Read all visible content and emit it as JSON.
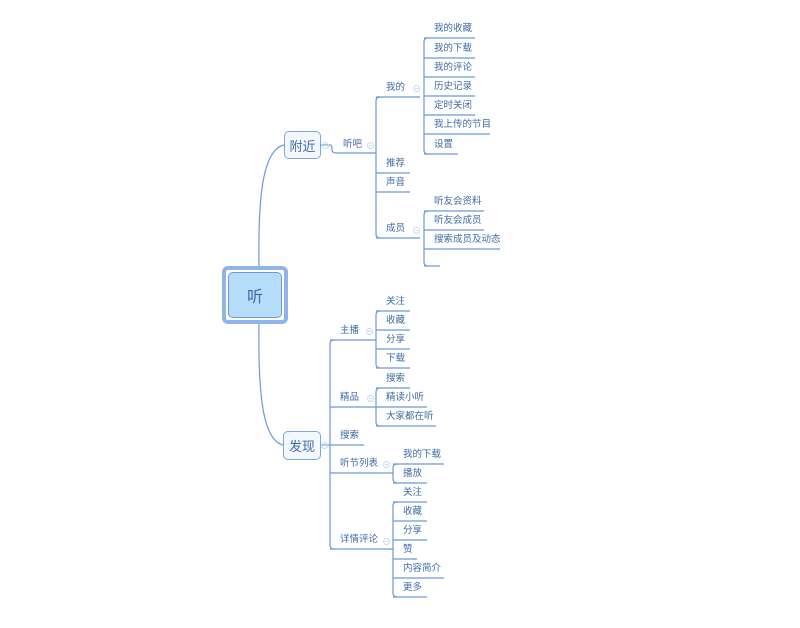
{
  "root": {
    "label": "听"
  },
  "branches": [
    {
      "label": "附近",
      "children": [
        {
          "label": "听吧",
          "children": [
            {
              "label": "我的",
              "children": [
                {
                  "label": "我的收藏"
                },
                {
                  "label": "我的下载"
                },
                {
                  "label": "我的评论"
                },
                {
                  "label": "历史记录"
                },
                {
                  "label": "定时关闭"
                },
                {
                  "label": "我上传的节目"
                },
                {
                  "label": "设置"
                }
              ]
            },
            {
              "label": "推荐"
            },
            {
              "label": "声音"
            },
            {
              "label": "成员",
              "children": [
                {
                  "label": "听友会资料"
                },
                {
                  "label": "听友会成员"
                },
                {
                  "label": "搜索成员及动态"
                },
                {
                  "label": ""
                }
              ]
            }
          ]
        }
      ]
    },
    {
      "label": "发现",
      "children": [
        {
          "label": "主播",
          "children": [
            {
              "label": "关注"
            },
            {
              "label": "收藏"
            },
            {
              "label": "分享"
            },
            {
              "label": "下载"
            }
          ]
        },
        {
          "label": "精品",
          "children": [
            {
              "label": "搜索"
            },
            {
              "label": "精读小听"
            },
            {
              "label": "大家都在听"
            }
          ]
        },
        {
          "label": "搜索"
        },
        {
          "label": "听节列表",
          "children": [
            {
              "label": "我的下载"
            },
            {
              "label": "播放"
            }
          ]
        },
        {
          "label": "详情评论",
          "children": [
            {
              "label": "关注"
            },
            {
              "label": "收藏"
            },
            {
              "label": "分享"
            },
            {
              "label": "赞"
            },
            {
              "label": "内容简介"
            },
            {
              "label": "更多"
            }
          ]
        }
      ]
    }
  ],
  "colors": {
    "line": "#6b9ad8",
    "text": "#3d6aa6",
    "root_fill": "#b5dcf9"
  }
}
